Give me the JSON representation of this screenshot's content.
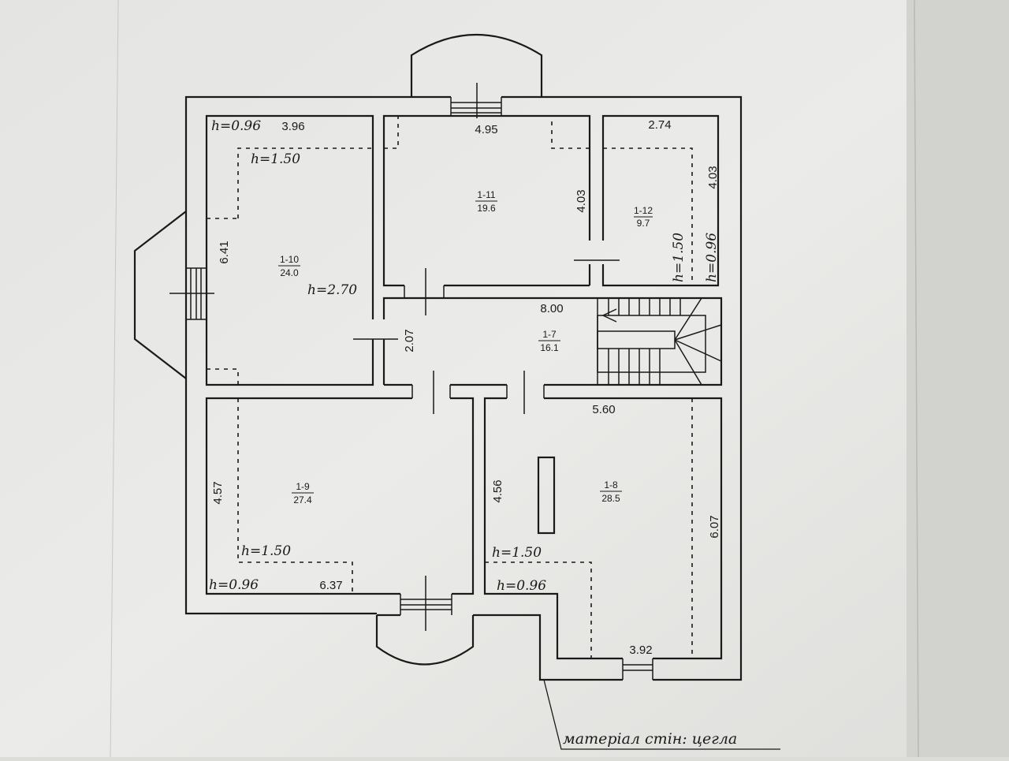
{
  "plan": {
    "rooms": [
      {
        "id": "1-10",
        "area": "24.0"
      },
      {
        "id": "1-11",
        "area": "19.6"
      },
      {
        "id": "1-12",
        "area": "9.7"
      },
      {
        "id": "1-7",
        "area": "16.1"
      },
      {
        "id": "1-9",
        "area": "27.4"
      },
      {
        "id": "1-8",
        "area": "28.5"
      }
    ],
    "dimensions": {
      "r10_width": "3.96",
      "r10_length": "6.41",
      "r11_width": "4.95",
      "r11_length": "4.03",
      "r12_width": "2.74",
      "r12_length": "4.03",
      "r7_width": "8.00",
      "r7_length": "2.07",
      "r9_width": "6.37",
      "r9_length": "4.57",
      "r8_width": "5.60",
      "r8_length_left": "4.56",
      "r8_length_right": "6.07",
      "r8_bottom": "3.92"
    },
    "heights": {
      "r10_low": "h=0.96",
      "r10_mid": "h=1.50",
      "r10_full": "h=2.70",
      "r12_mid": "h=1.50",
      "r12_low": "h=0.96",
      "r9_mid": "h=1.50",
      "r9_low": "h=0.96",
      "r8_mid": "h=1.50",
      "r8_low": "h=0.96"
    },
    "note": "матеріал стін: цегла"
  }
}
